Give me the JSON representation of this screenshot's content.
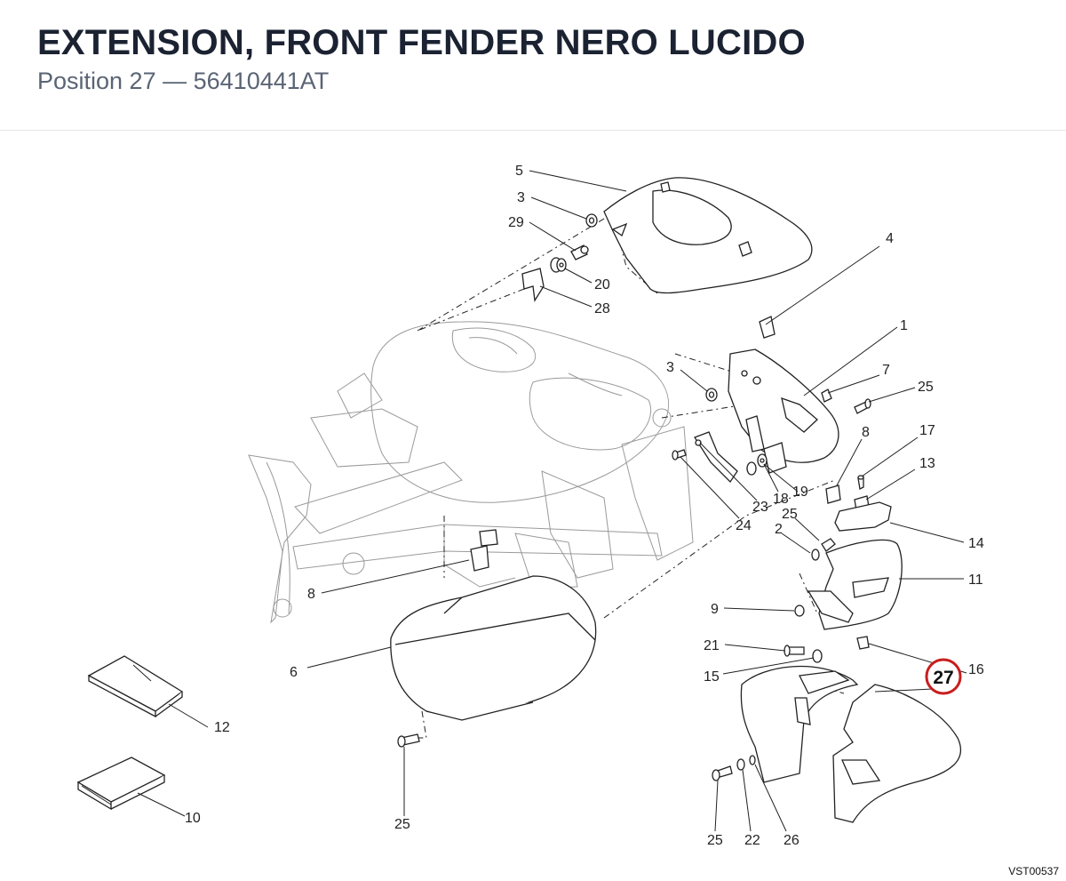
{
  "header": {
    "title": "EXTENSION, FRONT FENDER NERO LUCIDO",
    "position_label": "Position 27",
    "separator": "—",
    "part_number": "56410441AT"
  },
  "diagram": {
    "highlight_color": "#c81e1e",
    "highlighted_callout": "27",
    "callouts": {
      "c1": "1",
      "c2": "2",
      "c3a": "3",
      "c3b": "3",
      "c4": "4",
      "c5": "5",
      "c6": "6",
      "c7": "7",
      "c8a": "8",
      "c8b": "8",
      "c9": "9",
      "c10": "10",
      "c11": "11",
      "c12": "12",
      "c13": "13",
      "c14": "14",
      "c15": "15",
      "c16": "16",
      "c17": "17",
      "c18": "18",
      "c19": "19",
      "c20": "20",
      "c21": "21",
      "c22": "22",
      "c23": "23",
      "c24": "24",
      "c25a": "25",
      "c25b": "25",
      "c25c": "25",
      "c25d": "25",
      "c26": "26",
      "c27": "27",
      "c28": "28",
      "c29": "29"
    },
    "drawing_code": "VST00537"
  }
}
